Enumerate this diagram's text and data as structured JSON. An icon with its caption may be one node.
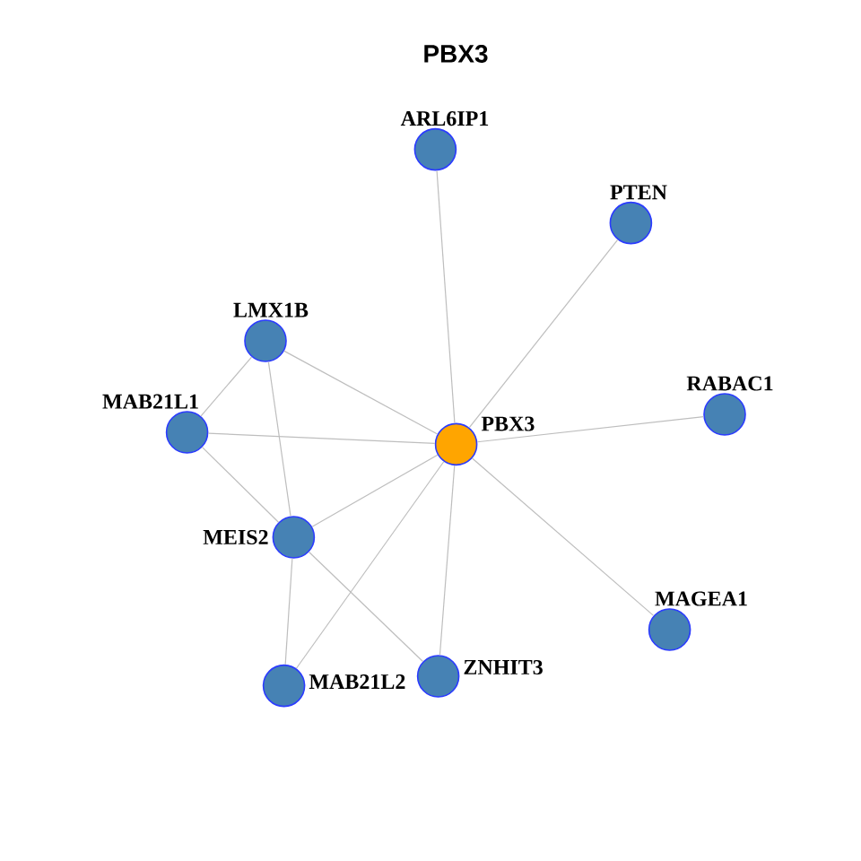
{
  "diagram": {
    "title": "PBX3",
    "nodes": [
      {
        "text": [
          "ARL6IP1"
        ]
      },
      {
        "text": [
          "PTEN"
        ]
      },
      {
        "text": [
          "LMX1B"
        ]
      },
      {
        "text": [
          "RABAC1"
        ]
      },
      {
        "text": [
          "MAB21L1"
        ]
      },
      {
        "text": [
          "PBX3"
        ]
      },
      {
        "text": [
          "MEIS2"
        ]
      },
      {
        "text": [
          "MAGEA1"
        ]
      },
      {
        "text": [
          "ZNHIT3"
        ]
      },
      {
        "text": [
          "MAB21L2"
        ]
      }
    ],
    "edges": [
      {
        "from": 5,
        "to": 0,
        "arrow": "none"
      },
      {
        "from": 5,
        "to": 1,
        "arrow": "none"
      },
      {
        "from": 5,
        "to": 2,
        "arrow": "none"
      },
      {
        "from": 5,
        "to": 3,
        "arrow": "none"
      },
      {
        "from": 5,
        "to": 4,
        "arrow": "none"
      },
      {
        "from": 5,
        "to": 6,
        "arrow": "none"
      },
      {
        "from": 5,
        "to": 7,
        "arrow": "none"
      },
      {
        "from": 5,
        "to": 8,
        "arrow": "none"
      },
      {
        "from": 5,
        "to": 9,
        "arrow": "none"
      },
      {
        "from": 2,
        "to": 4,
        "arrow": "none"
      },
      {
        "from": 2,
        "to": 6,
        "arrow": "none"
      },
      {
        "from": 4,
        "to": 6,
        "arrow": "none"
      },
      {
        "from": 6,
        "to": 9,
        "arrow": "none"
      },
      {
        "from": 6,
        "to": 8,
        "arrow": "none"
      }
    ]
  }
}
